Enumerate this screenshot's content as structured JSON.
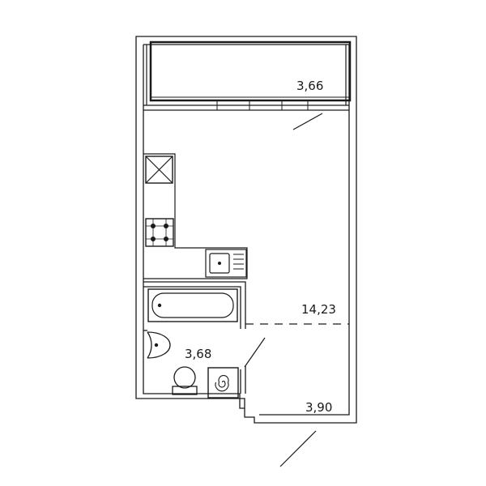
{
  "rooms": {
    "balcony": {
      "area": "3,66"
    },
    "living": {
      "area": "14,23"
    },
    "bathroom": {
      "area": "3,68"
    },
    "hallway": {
      "area": "3,90"
    }
  },
  "colors": {
    "line": "#1a1a1a",
    "background": "#ffffff"
  }
}
